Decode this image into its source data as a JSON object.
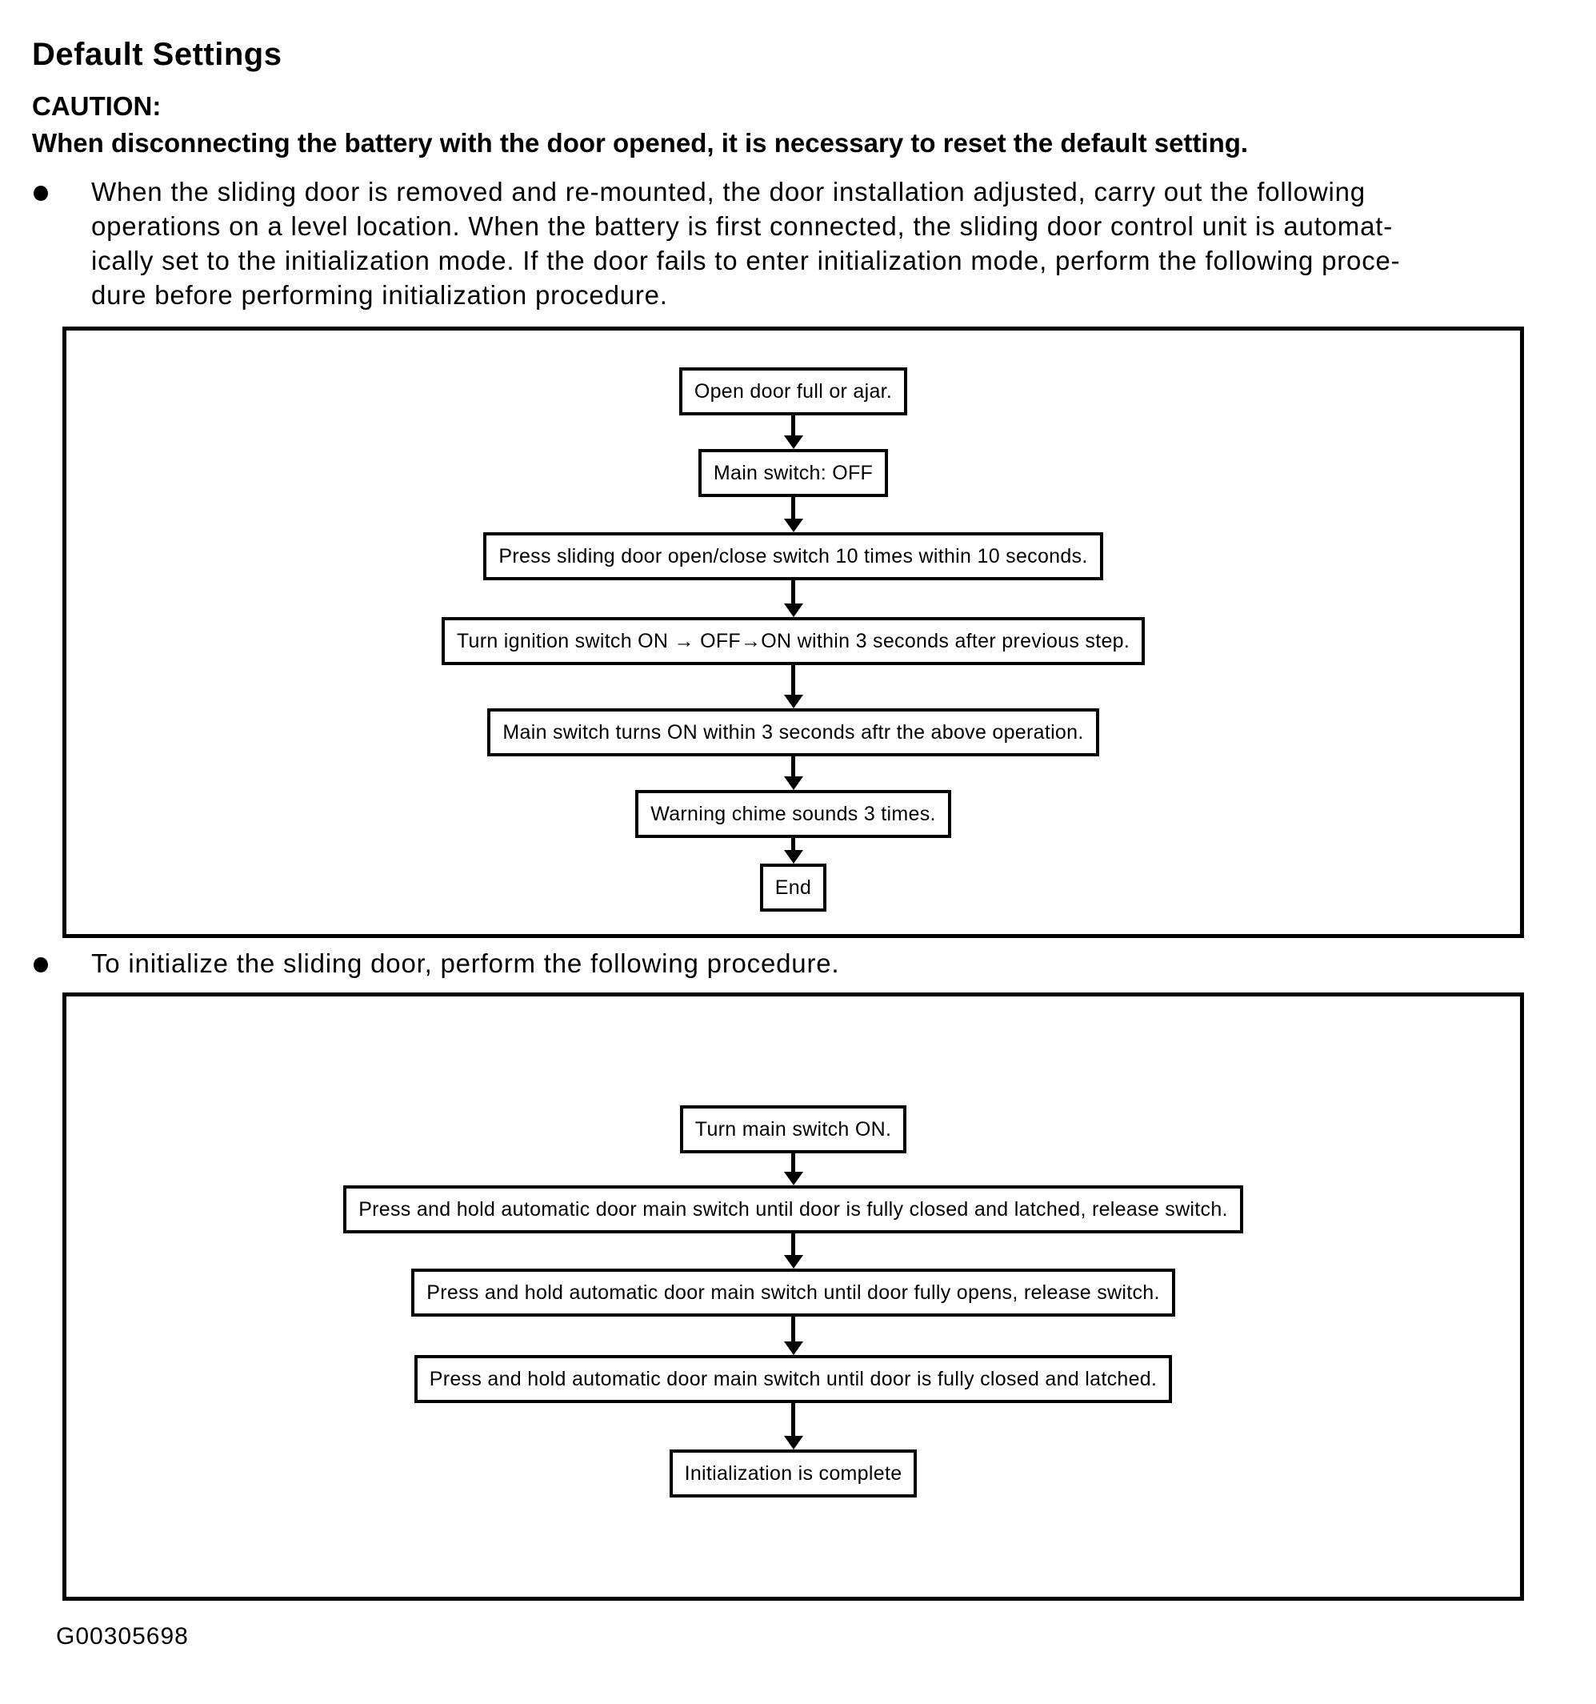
{
  "page": {
    "title": "Default Settings",
    "caution_label": "CAUTION:",
    "caution_text": "When disconnecting the battery with the door opened, it is necessary to reset the default setting.",
    "figure_id": "G00305698"
  },
  "bullets": [
    {
      "lines": [
        "When the sliding door is removed and re-mounted, the door installation adjusted, carry out the following",
        "operations on a level location. When the battery is first connected, the sliding door control unit is automat-",
        "ically set to the initialization mode. If the door fails to enter initialization mode, perform the following proce-",
        "dure before performing initialization procedure."
      ]
    },
    {
      "lines": [
        "To initialize the sliding door, perform the following procedure."
      ]
    }
  ],
  "flowchart1": {
    "steps": [
      "Open door full or ajar.",
      "Main switch: OFF",
      "Press sliding door open/close switch 10 times within 10 seconds.",
      "Turn ignition switch ON → OFF→ON within 3 seconds after previous step.",
      "Main switch turns ON within 3 seconds aftr the above operation.",
      "Warning chime sounds 3 times.",
      "End"
    ]
  },
  "flowchart2": {
    "steps": [
      "Turn main switch ON.",
      "Press and hold automatic door main switch until door is fully closed and latched, release switch.",
      "Press and hold automatic door main switch until door fully opens, release switch.",
      "Press and hold automatic door main switch until door is fully closed and latched.",
      "Initialization is complete"
    ]
  }
}
